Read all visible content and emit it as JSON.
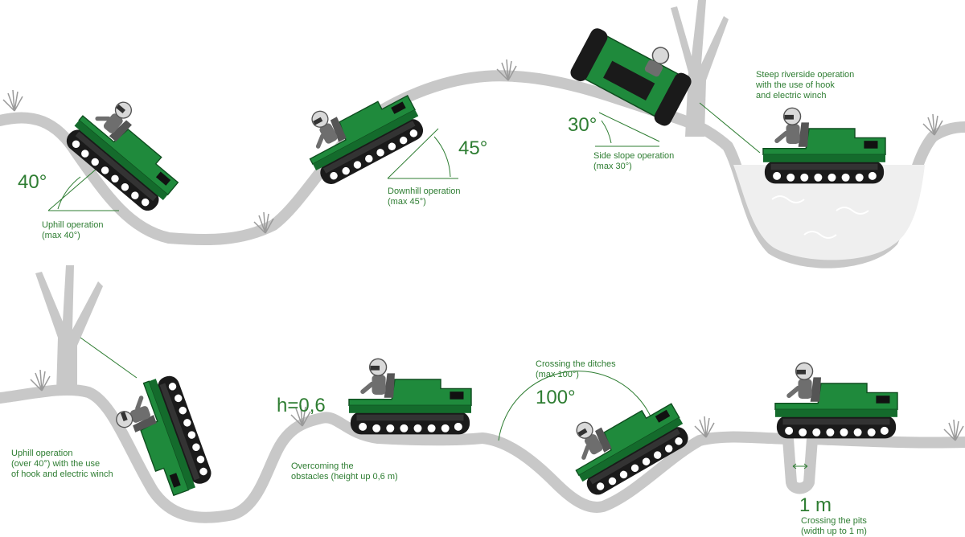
{
  "panels": {
    "uphill": {
      "angle": "40°",
      "caption": "Uphill operation\n(max 40°)"
    },
    "downhill": {
      "angle": "45°",
      "caption": "Downhill operation\n(max 45°)"
    },
    "side_slope": {
      "angle": "30°",
      "caption": "Side slope operation\n(max 30°)"
    },
    "riverside": {
      "caption": "Steep riverside operation\nwith the use of hook\nand electric winch"
    },
    "uphill_winch": {
      "caption": "Uphill operation\n(over 40°) with the use\nof hook and electric winch"
    },
    "obstacles": {
      "height": "h=0,6",
      "caption": "Overcoming the\nobstacles (height up 0,6 m)"
    },
    "ditches": {
      "angle": "100°",
      "caption": "Crossing the ditches\n(max 100°)"
    },
    "pits": {
      "width": "1 m",
      "caption": "Crossing the pits\n(width up to 1 m)"
    }
  },
  "colors": {
    "vehicle_green": "#1f8a3c",
    "terrain_gray": "#c8c8c8",
    "label_green": "#2e7d32",
    "track_black": "#1a1a1a"
  }
}
